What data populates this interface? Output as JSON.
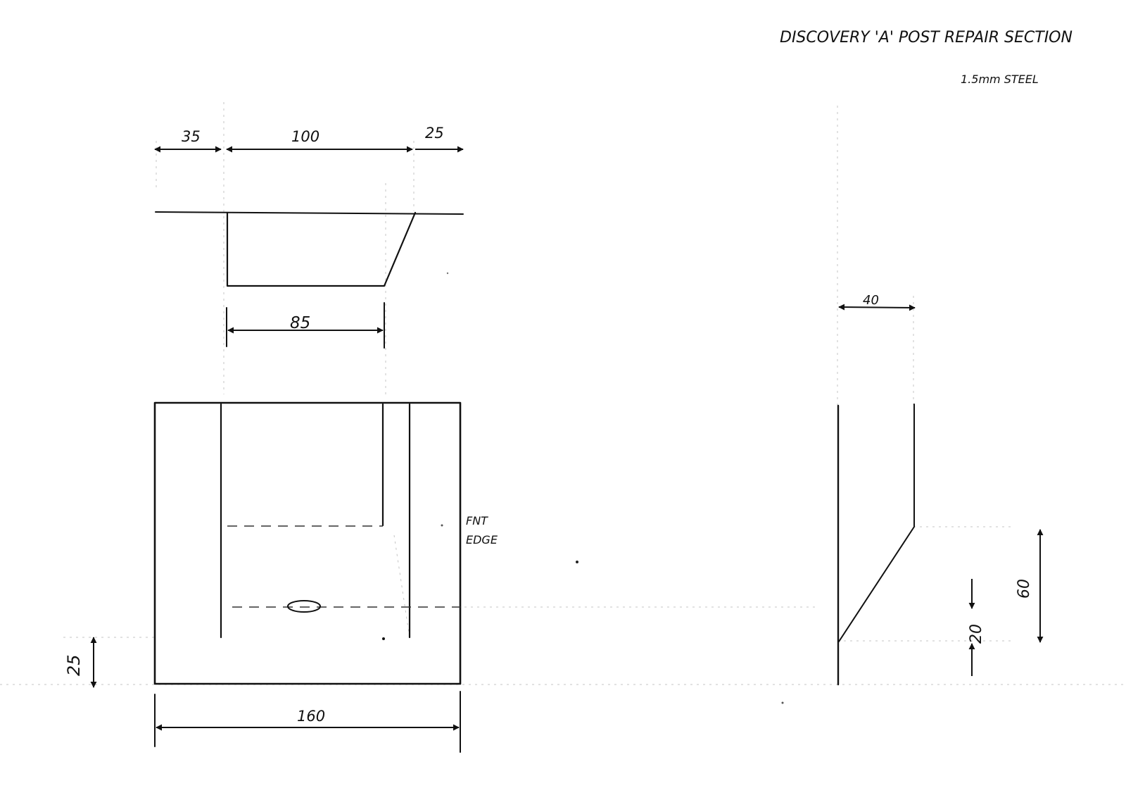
{
  "title": "DISCOVERY 'A' POST REPAIR SECTION",
  "material": "1.5mm STEEL",
  "top_view": {
    "dim_left": "35",
    "dim_middle": "100",
    "dim_right": "25",
    "dim_bottom": "85"
  },
  "front_view": {
    "dim_width": "160",
    "dim_height_left": "25",
    "note_line1": "FNT",
    "note_line2": "EDGE"
  },
  "side_view": {
    "dim_depth": "40",
    "dim_rise": "60",
    "dim_offset": "20"
  }
}
